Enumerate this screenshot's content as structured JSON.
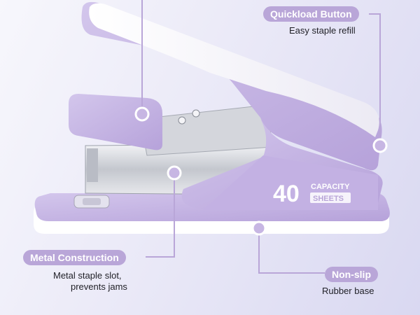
{
  "callouts": {
    "quickload": {
      "title": "Quickload Button",
      "description": "Easy staple refill"
    },
    "metal": {
      "title": "Metal Construction",
      "description_line1": "Metal staple slot,",
      "description_line2": "prevents jams"
    },
    "nonslip": {
      "title": "Non-slip",
      "description": "Rubber base"
    }
  },
  "badge": {
    "number": "40",
    "line1": "CAPACITY",
    "line2": "SHEETS"
  },
  "colors": {
    "accent": "#b9a6d8",
    "lavender": "#c7b6e3",
    "lavender_dark": "#a995cf",
    "shell_white": "#f6f5fb",
    "metal": "#d9dbe0"
  }
}
